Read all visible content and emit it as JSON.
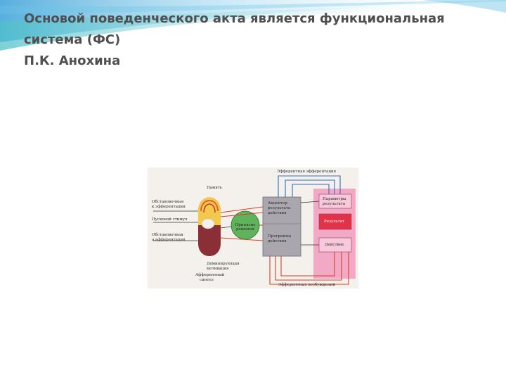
{
  "title_lines": [
    "Основой поведенческого акта является функциональная",
    "система (ФС)",
    "П.К. Анохина"
  ],
  "diagram": {
    "labels": {
      "efferent_top": "Эфферентная эфферентация",
      "memory": "Память",
      "situational_line1": "Обстановочные",
      "situational_line2": "к эфферентации",
      "trigger_stimulus": "Пусковой стимул",
      "afferent_line1": "Обстановочная",
      "afferent_line2": "а афферентация",
      "decision": "Принятие решения",
      "acceptor_line1": "Акцептор",
      "acceptor_line2": "результата",
      "acceptor_line3": "действия",
      "program_line1": "Программа",
      "program_line2": "действия",
      "params_line1": "Параметры",
      "params_line2": "результата",
      "result": "Результат",
      "action": "Действие",
      "dominant_line1": "Доминирующая",
      "dominant_line2": "мотивация",
      "afferent_synth_line1": "Афферентный",
      "afferent_synth_line2": "синтез",
      "bottom": "Эфферентных возбуждений"
    }
  }
}
